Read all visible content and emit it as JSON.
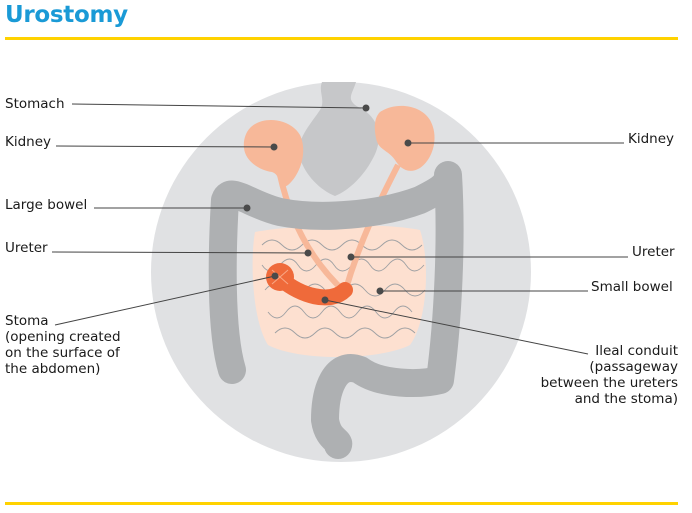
{
  "title": "Urostomy",
  "colors": {
    "title": "#1a9ad6",
    "rule": "#ffd200",
    "circle": "#e0e1e3",
    "bowel": "#aeb0b2",
    "kidney": "#f7b899",
    "small_bowel": "#fde0d0",
    "conduit": "#ef6a3a"
  },
  "labels": {
    "stomach": "Stomach",
    "kidney_left": "Kidney",
    "kidney_right": "Kidney",
    "large_bowel": "Large bowel",
    "ureter_left": "Ureter",
    "ureter_right": "Ureter",
    "small_bowel": "Small bowel",
    "stoma": [
      "Stoma",
      "(opening created",
      "on the surface of",
      "the abdomen)"
    ],
    "ileal_conduit": [
      "Ileal conduit",
      "(passageway",
      "between the ureters",
      "and the stoma)"
    ]
  }
}
